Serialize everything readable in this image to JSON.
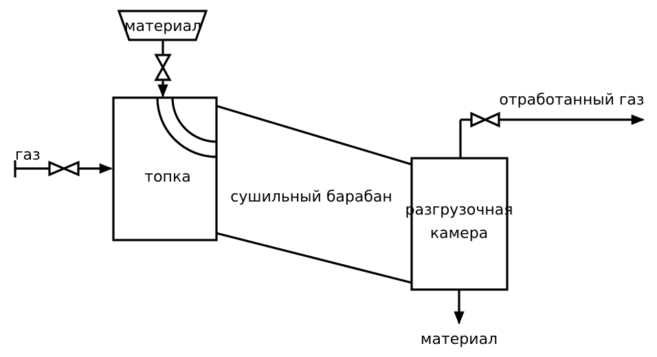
{
  "labels": {
    "hopper": "материал",
    "gas_in": "газ",
    "furnace": "топка",
    "drum": "сушильный барабан",
    "chamber_line1": "разгрузочная",
    "chamber_line2": "камера",
    "exhaust": "отработанный газ",
    "material_out": "материал"
  }
}
